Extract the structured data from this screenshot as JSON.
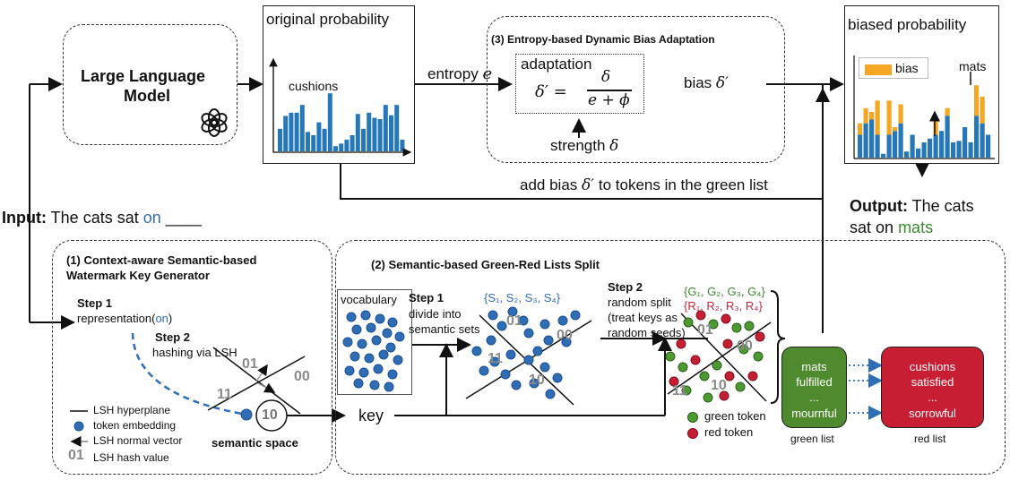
{
  "llm": {
    "title_line1": "Large Language",
    "title_line2": "Model",
    "icon": "openai-logo-icon"
  },
  "original": {
    "title": "original probability",
    "label": "cushions",
    "bars": [
      0.35,
      0.55,
      0.6,
      0.6,
      0.72,
      0.3,
      0.25,
      0.45,
      0.35,
      0.9,
      0.08,
      0.12,
      0.18,
      0.25,
      0.58,
      0.35,
      0.6,
      0.52,
      0.5,
      0.72,
      0.56,
      0.72,
      0.18
    ]
  },
  "entropy": {
    "label": "entropy",
    "symbol": "e"
  },
  "adaptation": {
    "title": "(3) Entropy-based Dynamic Bias Adaptation",
    "label": "adaptation",
    "lhs": "δ′ =",
    "numerator": "δ",
    "denominator": "e + ϕ",
    "output_label": "bias",
    "output_symbol": "δ′",
    "strength_label": "strength",
    "strength_symbol": "δ"
  },
  "biased": {
    "title": "biased probability",
    "legend": "bias",
    "label": "mats",
    "base": [
      0.3,
      0.45,
      0.5,
      0.3,
      0.05,
      0.3,
      0.35,
      0.45,
      0.08,
      0.3,
      0.12,
      0.2,
      0.25,
      0.3,
      0.35,
      0.55,
      0.2,
      0.22,
      0.4,
      0.2,
      0.55,
      0.45,
      0.3
    ],
    "bias": [
      0.15,
      0.2,
      0.1,
      0.45,
      0,
      0.45,
      0.05,
      0.25,
      0,
      0,
      0,
      0,
      0,
      0.2,
      0,
      0.1,
      0,
      0,
      0,
      0,
      0.4,
      0.35,
      0
    ],
    "colors": {
      "bar": "#2577b8",
      "bias": "#f5a623"
    }
  },
  "add_bias": {
    "prefix": "add bias",
    "symbol": "δ′",
    "suffix": "to tokens in the green list"
  },
  "output": {
    "label": "Output:",
    "text1": "The cats",
    "text2": "sat on",
    "word": "mats"
  },
  "input": {
    "label": "Input:",
    "text": "The cats sat",
    "word": "on",
    "blank": "____"
  },
  "keygen": {
    "title_line1": "(1) Context-aware Semantic-based",
    "title_line2": "Watermark Key Generator",
    "step1": "Step 1",
    "rep_prefix": "representation(",
    "rep_word": "on",
    "rep_suffix": ")",
    "step2": "Step 2",
    "hash": "hashing via LSH",
    "codes": [
      "01",
      "00",
      "11",
      "10"
    ],
    "space": "semantic space",
    "legend": [
      "LSH hyperplane",
      "token embedding",
      "LSH normal vector",
      "LSH hash value"
    ],
    "legend_code": "01"
  },
  "split": {
    "title": "(2) Semantic-based Green-Red Lists Split",
    "vocab": "vocabulary",
    "step1": "Step 1",
    "step1_text1": "divide into",
    "step1_text2": "semantic sets",
    "sets_label": "{S₁, S₂, S₃, S₄}",
    "step2": "Step 2",
    "step2_text1": "random split",
    "step2_text2": "(treat keys as",
    "step2_text3": "random seeds)",
    "green_sets": "{G₁, G₂, G₃, G₄}",
    "red_sets": "{R₁, R₂, R₃, R₄}",
    "codes": [
      "01",
      "00",
      "11",
      "10"
    ],
    "legend_green": "green token",
    "legend_red": "red token",
    "key": "key",
    "green_list": {
      "items": [
        "mats",
        "fulfilled",
        "...",
        "mournful"
      ],
      "caption": "green list",
      "color": "#4f8a2e"
    },
    "red_list": {
      "items": [
        "cushions",
        "satisfied",
        "...",
        "sorrowful"
      ],
      "caption": "red list",
      "color": "#c81e33"
    }
  }
}
